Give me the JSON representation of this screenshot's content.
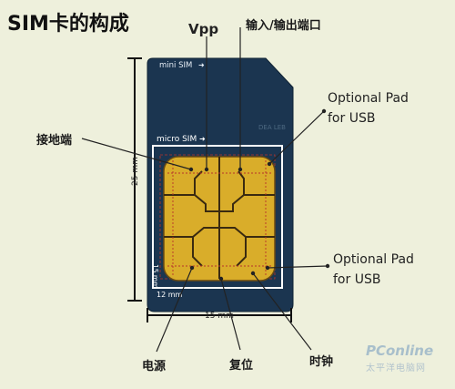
{
  "title": "SIM卡的构成",
  "labels": {
    "vpp": "Vpp",
    "io": "输入/输出端口",
    "ground": "接地端",
    "optional_pad_top": [
      "Optional Pad",
      "for USB"
    ],
    "optional_pad_bottom": [
      "Optional Pad",
      "for USB"
    ],
    "power": "电源",
    "reset": "复位",
    "clock": "时钟"
  },
  "card": {
    "mini_sim_label": "mini SIM",
    "micro_sim_label": "micro SIM",
    "faint_text": "DEA LEB"
  },
  "dimensions": {
    "height_label": "25 mm",
    "width_label": "15 mm",
    "micro_height_label": "15 mm",
    "micro_width_label": "12 mm"
  },
  "watermark": {
    "main": "PConline",
    "sub": "太平洋电脑网"
  },
  "colors": {
    "background": "#eef0dc",
    "card": "#1b3550",
    "chip": "#d9ad2a",
    "callout_line": "#222222",
    "pin_line": "#b8322a"
  }
}
